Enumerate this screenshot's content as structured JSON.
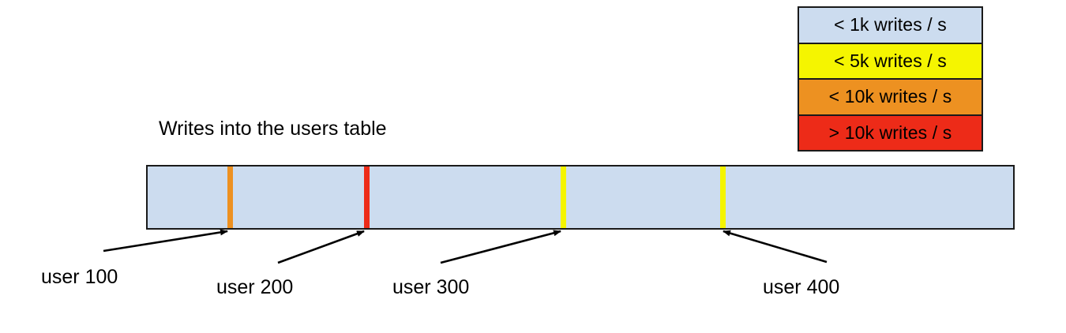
{
  "chart_data": {
    "type": "bar",
    "title": "Writes into the users table",
    "xlabel": "",
    "ylabel": "",
    "description": "A single horizontal range bar representing the users table key space, shaded by write rate, with hot-spot markers annotated at four user keys.",
    "base_color": "#ccdcef",
    "base_category": "< 1k writes / s",
    "categories": [
      "user 100",
      "user 200",
      "user 300",
      "user 400"
    ],
    "values": [
      "< 10k writes / s",
      "> 10k writes / s",
      "< 5k writes / s",
      "< 5k writes / s"
    ],
    "markers": [
      {
        "label": "user 100",
        "color": "#ed9121",
        "tier": "< 10k writes / s",
        "position_pct": 9.6
      },
      {
        "label": "user 200",
        "color": "#ed2b18",
        "tier": "> 10k writes / s",
        "position_pct": 25.3
      },
      {
        "label": "user 300",
        "color": "#f5f500",
        "tier": "< 5k writes / s",
        "position_pct": 47.9
      },
      {
        "label": "user 400",
        "color": "#f5f500",
        "tier": "< 5k writes / s",
        "position_pct": 66.3
      }
    ],
    "legend": {
      "position": "top-right",
      "entries": [
        {
          "label": "< 1k writes / s",
          "color": "#ccdcef"
        },
        {
          "label": "< 5k writes / s",
          "color": "#f5f500"
        },
        {
          "label": "< 10k writes / s",
          "color": "#ed9121"
        },
        {
          "label": "> 10k writes / s",
          "color": "#ed2b18"
        }
      ]
    },
    "grid": false
  },
  "caption": {
    "text": "Writes into the users table"
  },
  "legend": {
    "entries": [
      {
        "label": "< 1k writes / s"
      },
      {
        "label": "< 5k writes / s"
      },
      {
        "label": "< 10k writes / s"
      },
      {
        "label": "> 10k writes / s"
      }
    ]
  },
  "bar": {
    "markers": [
      {
        "label": "user 100"
      },
      {
        "label": "user 200"
      },
      {
        "label": "user 300"
      },
      {
        "label": "user 400"
      }
    ]
  },
  "labels": {
    "user100": "user 100",
    "user200": "user 200",
    "user300": "user 300",
    "user400": "user 400"
  },
  "colors": {
    "light_blue": "#ccdcef",
    "yellow": "#f5f500",
    "orange": "#ed9121",
    "red": "#ed2b18",
    "outline": "#1a1a1a"
  }
}
